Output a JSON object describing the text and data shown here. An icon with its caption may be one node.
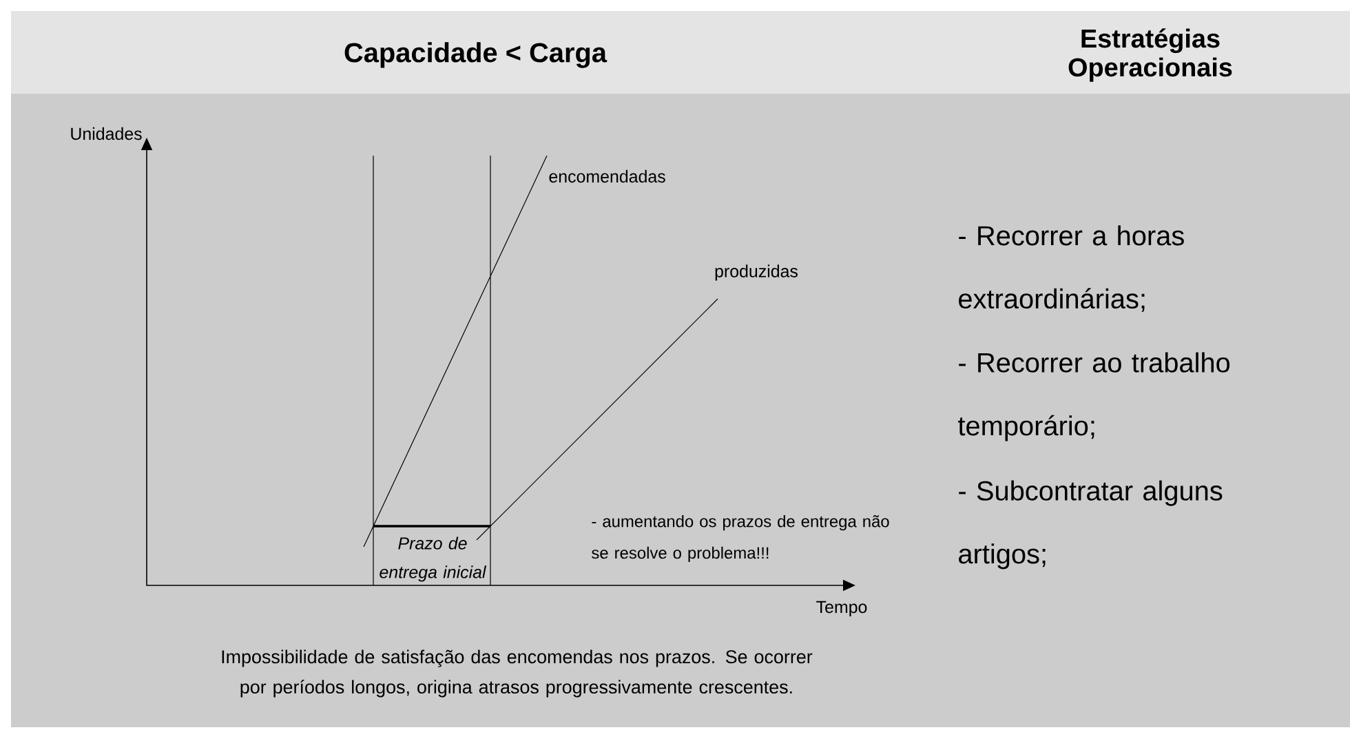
{
  "diagram": {
    "title": "Capacidade < Carga",
    "labels": [
      "Estratégias Operacionais",
      "Unidades",
      "encomendadas",
      "produzidas",
      "Prazo de entrega inicial",
      "- aumentando os prazos de entrega não se resolve o problema!!!",
      "Tempo",
      "Impossibilidade de satisfação das encomendas nos prazos. Se ocorrer por períodos longos, origina atrasos progressivamente crescentes.",
      "- Recorrer a horas extraordinárias;",
      "- Recorrer ao trabalho temporário;",
      "- Subcontratar alguns artigos;"
    ]
  }
}
